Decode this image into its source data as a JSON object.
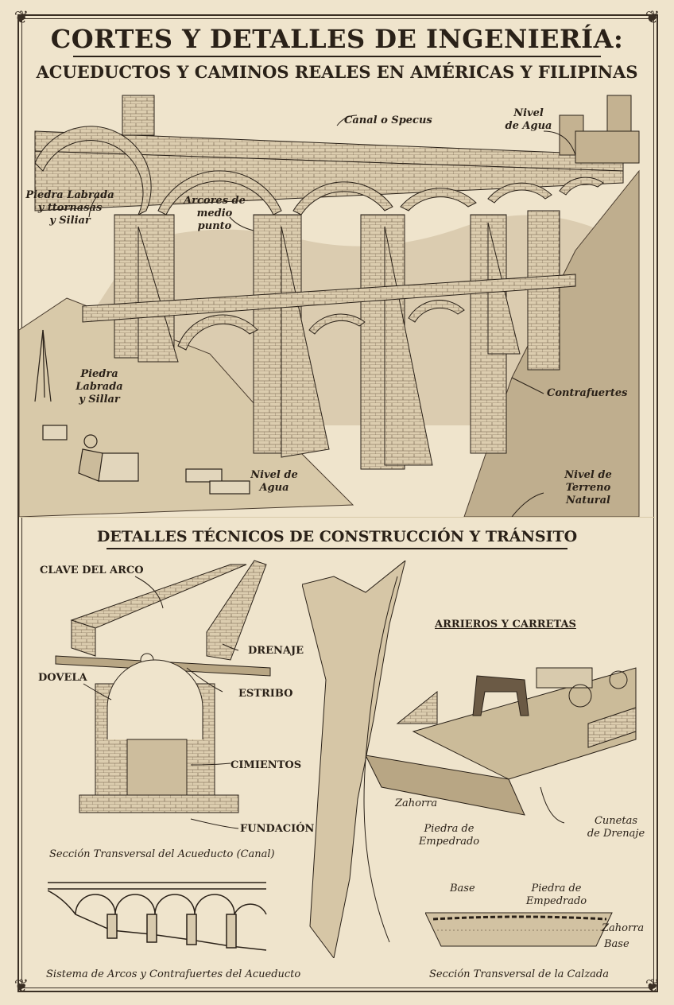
{
  "header": {
    "title": "CORTES Y DETALLES DE INGENIERÍA:",
    "subtitle": "ACUEDUCTOS Y CAMINOS REALES EN AMÉRICAS Y FILIPINAS"
  },
  "aqueduct_labels": {
    "canal": "Canal o Specus",
    "nivel_agua_top": [
      "Nivel",
      "de Agua"
    ],
    "piedra_tornasas": [
      "Piedra Labrada",
      "y ttornasas",
      "y Siliar"
    ],
    "arcores": [
      "Arcores de",
      "medio punto"
    ],
    "piedra_sillar": [
      "Piedra Labrada",
      "y Sillar"
    ],
    "contrafuertes": "Contrafuertes",
    "nivel_agua_bottom": [
      "Nivel de",
      "Agua"
    ],
    "nivel_terreno": [
      "Nivel de",
      "Terreno Natural"
    ]
  },
  "section_heading": "DETALLES TÉCNICOS DE CONSTRUCCIÓN Y TRÁNSITO",
  "canal_section": {
    "clave": "CLAVE DEL ARCO",
    "drenaje": "DRENAJE",
    "dovela": "DOVELA",
    "estribo": "ESTRIBO",
    "cimientos": "CIMIENTOS",
    "fundacion": "FUNDACIÓN",
    "caption": "Sección Transversal del Acueducto (Canal)"
  },
  "arches_caption": "Sistema de Arcos y Contrafuertes del Acueducto",
  "road": {
    "heading": "ARRIEROS Y CARRETAS",
    "zahorra": "Zahorra",
    "piedra": [
      "Piedra de",
      "Empedrado"
    ],
    "cunetas": [
      "Cunetas",
      "de Drenaje"
    ]
  },
  "calzada": {
    "base_left": "Base",
    "piedra": [
      "Piedra de",
      "Empedrado"
    ],
    "zahorra": "Zahorra",
    "base_right": "Base",
    "caption": "Sección Transversal de la Calzada"
  },
  "colors": {
    "paper": "#efe4cc",
    "ink": "#2a2118",
    "wash": "#b9a888"
  }
}
